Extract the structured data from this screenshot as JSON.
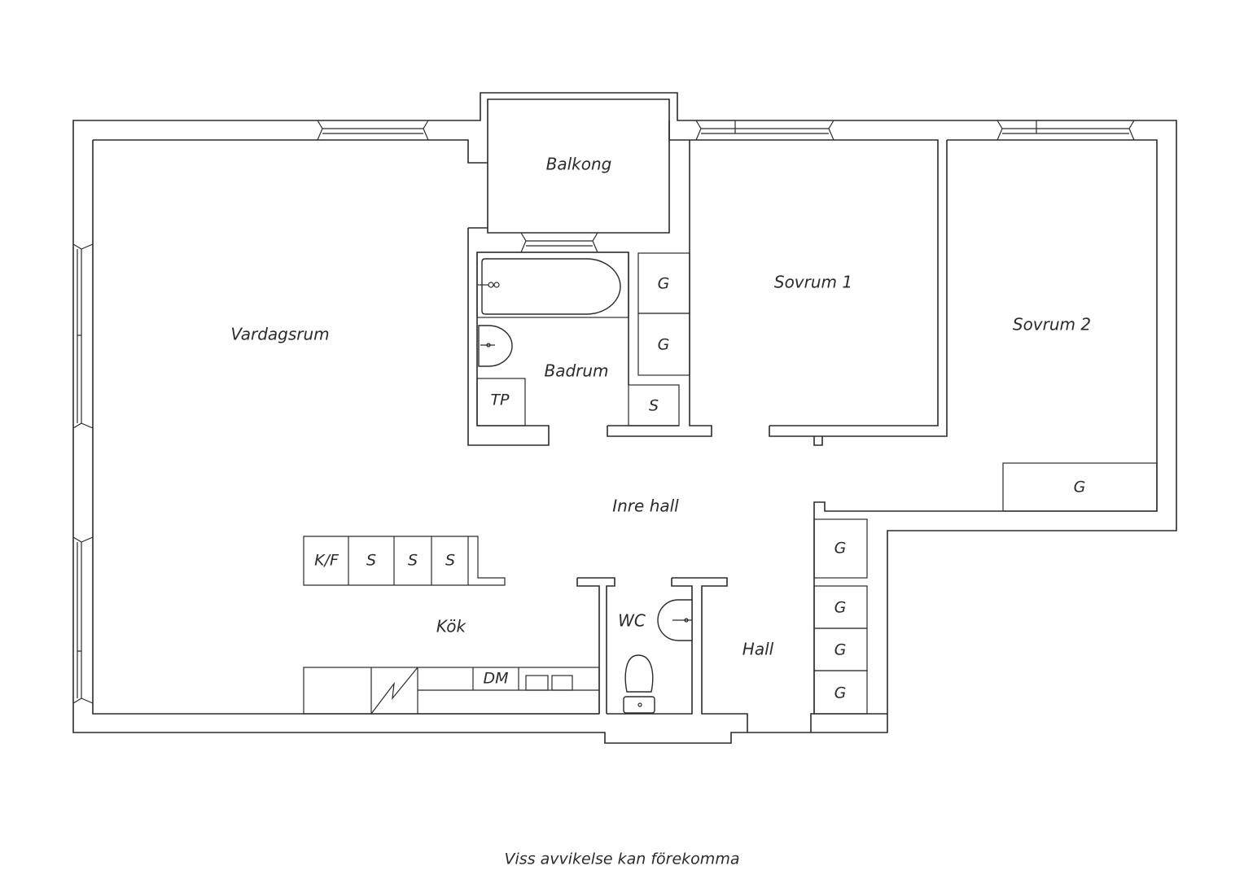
{
  "rooms": {
    "balkong": "Balkong",
    "vardagsrum": "Vardagsrum",
    "badrum": "Badrum",
    "sovrum1": "Sovrum 1",
    "sovrum2": "Sovrum 2",
    "inre_hall": "Inre hall",
    "kok": "Kök",
    "wc": "WC",
    "hall": "Hall"
  },
  "fixtures": {
    "tp": "TP",
    "kf": "K/F",
    "s": "S",
    "g": "G",
    "dm": "DM"
  },
  "disclaimer": "Viss avvikelse kan förekomma"
}
